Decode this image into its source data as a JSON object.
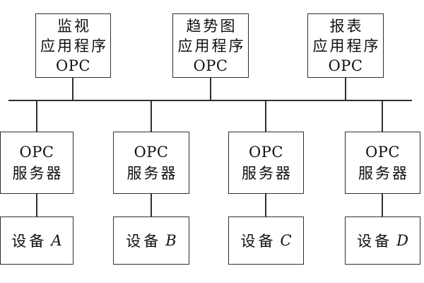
{
  "colors": {
    "line": "#2f2f2f",
    "background": "#ffffff",
    "text": "#111111"
  },
  "top_apps": [
    {
      "lines": [
        "监视",
        "应用程序",
        "OPC"
      ]
    },
    {
      "lines": [
        "趋势图",
        "应用程序",
        "OPC"
      ]
    },
    {
      "lines": [
        "报表",
        "应用程序",
        "OPC"
      ]
    }
  ],
  "servers": [
    {
      "lines": [
        "OPC",
        "服务器"
      ]
    },
    {
      "lines": [
        "OPC",
        "服务器"
      ]
    },
    {
      "lines": [
        "OPC",
        "服务器"
      ]
    },
    {
      "lines": [
        "OPC",
        "服务器"
      ]
    }
  ],
  "devices": [
    {
      "label": "设备",
      "letter": "A"
    },
    {
      "label": "设备",
      "letter": "B"
    },
    {
      "label": "设备",
      "letter": "C"
    },
    {
      "label": "设备",
      "letter": "D"
    }
  ]
}
